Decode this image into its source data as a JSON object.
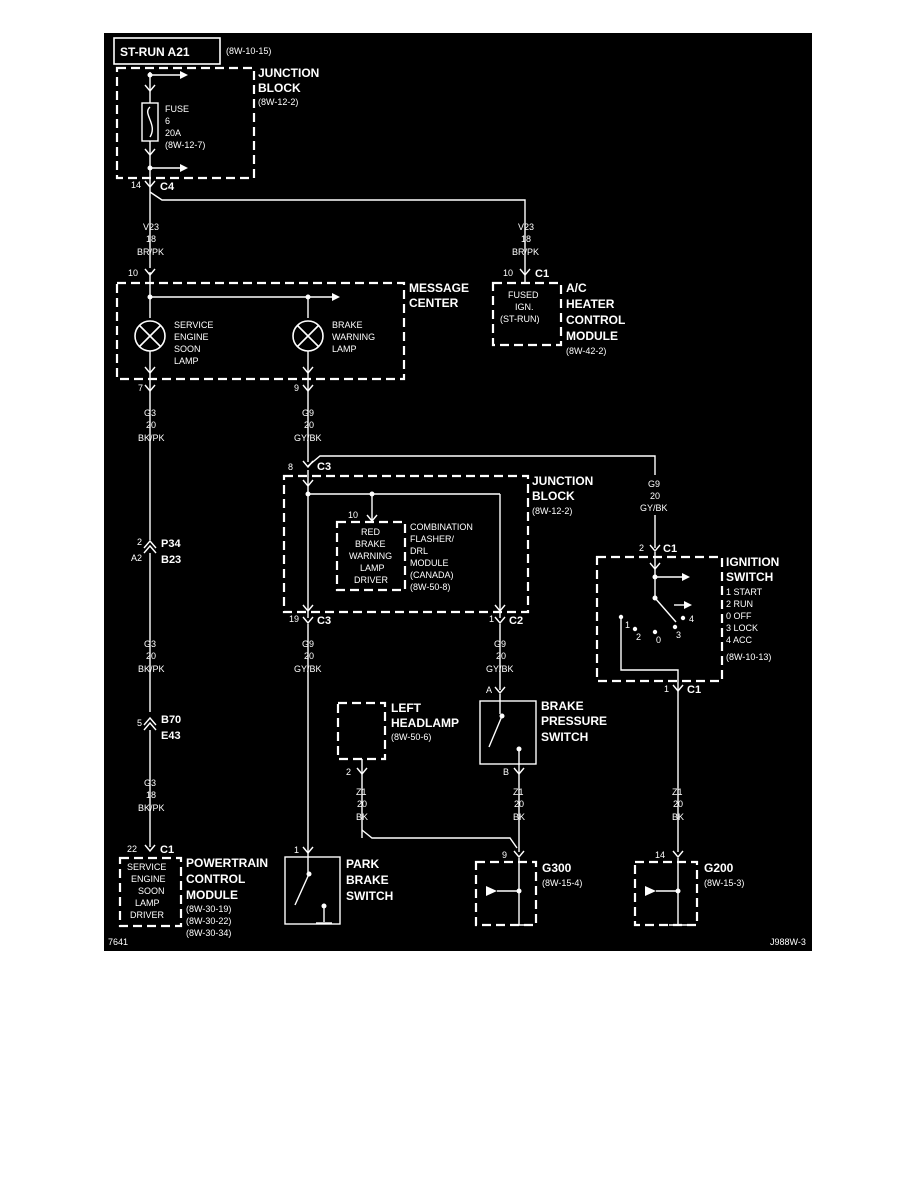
{
  "header": {
    "circuit_title": "ST-RUN A21",
    "circuit_ref": "(8W-10-15)",
    "fig_left": "7641",
    "fig_right": "J988W-3"
  },
  "junction_block_top": {
    "title1": "JUNCTION",
    "title2": "BLOCK",
    "ref": "(8W-12-2)",
    "fuse1": "FUSE",
    "fuse2": "6",
    "fuse3": "20A",
    "fuse4": "(8W-12-7)",
    "pin": "14",
    "connector": "C4"
  },
  "wire_v23_left": {
    "code": "V23",
    "gauge": "18",
    "color": "BR/PK"
  },
  "wire_v23_right": {
    "code": "V23",
    "gauge": "18",
    "color": "BR/PK"
  },
  "message_center": {
    "title1": "MESSAGE",
    "title2": "CENTER",
    "pin_top": "10",
    "lamp1_1": "SERVICE",
    "lamp1_2": "ENGINE",
    "lamp1_3": "SOON",
    "lamp1_4": "LAMP",
    "lamp2_1": "BRAKE",
    "lamp2_2": "WARNING",
    "lamp2_3": "LAMP",
    "pin_left": "7",
    "pin_right": "9"
  },
  "ac_module": {
    "pin": "10",
    "connector": "C1",
    "inner1": "FUSED",
    "inner2": "IGN.",
    "inner3": "(ST-RUN)",
    "title1": "A/C",
    "title2": "HEATER",
    "title3": "CONTROL",
    "title4": "MODULE",
    "ref": "(8W-42-2)"
  },
  "wire_g3_a": {
    "code": "G3",
    "gauge": "20",
    "color": "BK/PK"
  },
  "wire_g9_a": {
    "code": "G9",
    "gauge": "20",
    "color": "GY/BK"
  },
  "wire_g9_b": {
    "code": "G9",
    "gauge": "20",
    "color": "GY/BK"
  },
  "junction_block_mid": {
    "pin_top": "8",
    "conn_top": "C3",
    "title1": "JUNCTION",
    "title2": "BLOCK",
    "ref": "(8W-12-2)",
    "inner_pin": "10",
    "inner1": "RED",
    "inner2": "BRAKE",
    "inner3": "WARNING",
    "inner4": "LAMP",
    "inner5": "DRIVER",
    "mod1": "COMBINATION",
    "mod2": "FLASHER/",
    "mod3": "DRL",
    "mod4": "MODULE",
    "mod5": "(CANADA)",
    "mod6": "(8W-50-8)",
    "pin_bl": "19",
    "conn_bl": "C3",
    "pin_br": "1",
    "conn_br": "C2"
  },
  "inline_p34": {
    "pin_a": "2",
    "pin_b": "A2",
    "conn_a": "P34",
    "conn_b": "B23"
  },
  "ignition_switch": {
    "pin_top": "2",
    "conn_top": "C1",
    "title1": "IGNITION",
    "title2": "SWITCH",
    "pos1": "1 START",
    "pos2": "2 RUN",
    "pos3": "0 OFF",
    "pos4": "3 LOCK",
    "pos5": "4 ACC",
    "ref": "(8W-10-13)",
    "n1": "1",
    "n2": "2",
    "n0": "0",
    "n3": "3",
    "n4": "4",
    "pin_bot": "1",
    "conn_bot": "C1"
  },
  "wire_g3_b": {
    "code": "G3",
    "gauge": "20",
    "color": "BK/PK"
  },
  "wire_g9_c": {
    "code": "G9",
    "gauge": "20",
    "color": "GY/BK"
  },
  "wire_g9_d": {
    "code": "G9",
    "gauge": "20",
    "color": "GY/BK"
  },
  "inline_b70": {
    "pin": "5",
    "conn_a": "B70",
    "conn_b": "E43"
  },
  "left_headlamp": {
    "title1": "LEFT",
    "title2": "HEADLAMP",
    "ref": "(8W-50-6)",
    "pin": "2"
  },
  "brake_pressure_switch": {
    "pin_top": "A",
    "title1": "BRAKE",
    "title2": "PRESSURE",
    "title3": "SWITCH",
    "pin_bot": "B"
  },
  "wire_g3_c": {
    "code": "G3",
    "gauge": "18",
    "color": "BK/PK"
  },
  "wire_z1_a": {
    "code": "Z1",
    "gauge": "20",
    "color": "BK"
  },
  "wire_z1_b": {
    "code": "Z1",
    "gauge": "20",
    "color": "BK"
  },
  "wire_z1_c": {
    "code": "Z1",
    "gauge": "20",
    "color": "BK"
  },
  "pcm": {
    "pin": "22",
    "connector": "C1",
    "inner1": "SERVICE",
    "inner2": "ENGINE",
    "inner3": "SOON",
    "inner4": "LAMP",
    "inner5": "DRIVER",
    "title1": "POWERTRAIN",
    "title2": "CONTROL",
    "title3": "MODULE",
    "ref1": "(8W-30-19)",
    "ref2": "(8W-30-22)",
    "ref3": "(8W-30-34)"
  },
  "park_brake_switch": {
    "pin": "1",
    "title1": "PARK",
    "title2": "BRAKE",
    "title3": "SWITCH"
  },
  "g300": {
    "pin": "9",
    "title": "G300",
    "ref": "(8W-15-4)"
  },
  "g200": {
    "pin": "14",
    "title": "G200",
    "ref": "(8W-15-3)"
  }
}
